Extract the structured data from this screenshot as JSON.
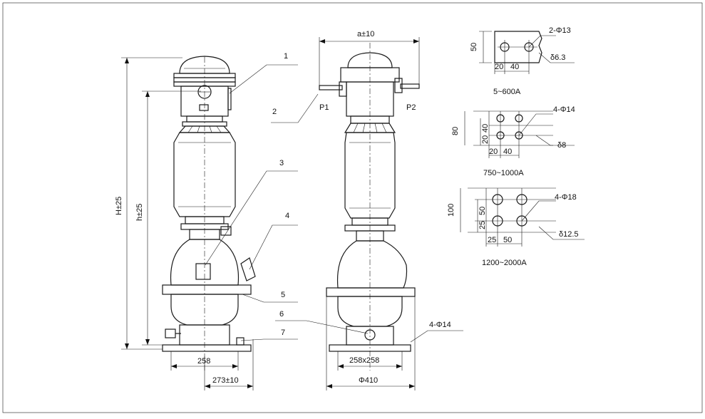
{
  "callouts": [
    "1",
    "2",
    "3",
    "4",
    "5",
    "6",
    "7"
  ],
  "terminals": {
    "p1": "P1",
    "p2": "P2"
  },
  "dimensions": {
    "h_total": "H±25",
    "h_lower": "h±25",
    "a": "a±10",
    "base_width": "258",
    "bolt_offset": "273±10",
    "base_square": "258x258",
    "base_diameter": "Φ410",
    "mount_holes": "4-Φ14"
  },
  "terminal_details": [
    {
      "range": "5~600A",
      "holes": "2-Φ13",
      "thickness": "δ6.3",
      "height": "50",
      "dims": [
        "20",
        "40"
      ]
    },
    {
      "range": "750~1000A",
      "holes": "4-Φ14",
      "thickness": "δ8",
      "height": "80",
      "vdims": [
        "40",
        "20"
      ],
      "dims": [
        "20",
        "40"
      ]
    },
    {
      "range": "1200~2000A",
      "holes": "4-Φ18",
      "thickness": "δ12.5",
      "height": "100",
      "vdims": [
        "50",
        "25"
      ],
      "dims": [
        "25",
        "50"
      ]
    }
  ]
}
